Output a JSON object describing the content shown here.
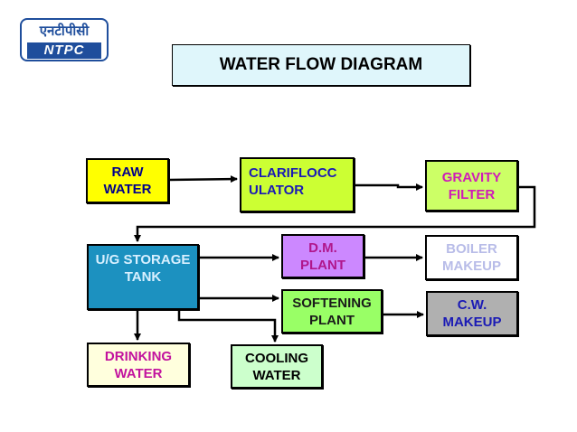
{
  "logo": {
    "hindi": "एनटीपीसी",
    "latin": "NTPC"
  },
  "title": "WATER FLOW DIAGRAM",
  "nodes": {
    "raw_water": "RAW\nWATER",
    "clariflocculator": "CLARIFLOCC\nULATOR",
    "gravity_filter": "GRAVITY\nFILTER",
    "ug_storage_tank": "U/G STORAGE\nTANK",
    "dm_plant": "D.M.\nPLANT",
    "boiler_makeup": "BOILER\nMAKEUP",
    "softening_plant": "SOFTENING\nPLANT",
    "cw_makeup": "C.W.\nMAKEUP",
    "drinking_water": "DRINKING\nWATER",
    "cooling_water": "COOLING\nWATER"
  }
}
